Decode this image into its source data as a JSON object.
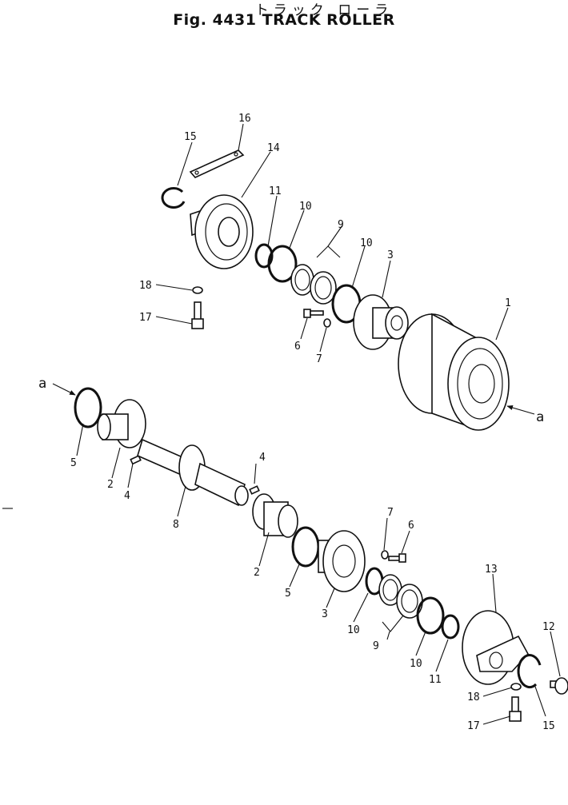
{
  "header": {
    "title_jp": "トラック ローラ",
    "title": "Fig. 4431 TRACK ROLLER"
  },
  "callouts": {
    "p1": "1",
    "p2a": "2",
    "p2b": "2",
    "p3a": "3",
    "p3b": "3",
    "p4a": "4",
    "p4b": "4",
    "p5a": "5",
    "p5b": "5",
    "p6a": "6",
    "p6b": "6",
    "p7a": "7",
    "p7b": "7",
    "p8": "8",
    "p9a": "9",
    "p9b": "9",
    "p10a": "10",
    "p10b": "10",
    "p10c": "10",
    "p10d": "10",
    "p11a": "11",
    "p11b": "11",
    "p12": "12",
    "p13": "13",
    "p14": "14",
    "p15a": "15",
    "p15b": "15",
    "p16": "16",
    "p17a": "17",
    "p17b": "17",
    "p18a": "18",
    "p18b": "18",
    "ref_a1": "a",
    "ref_a2": "a"
  }
}
